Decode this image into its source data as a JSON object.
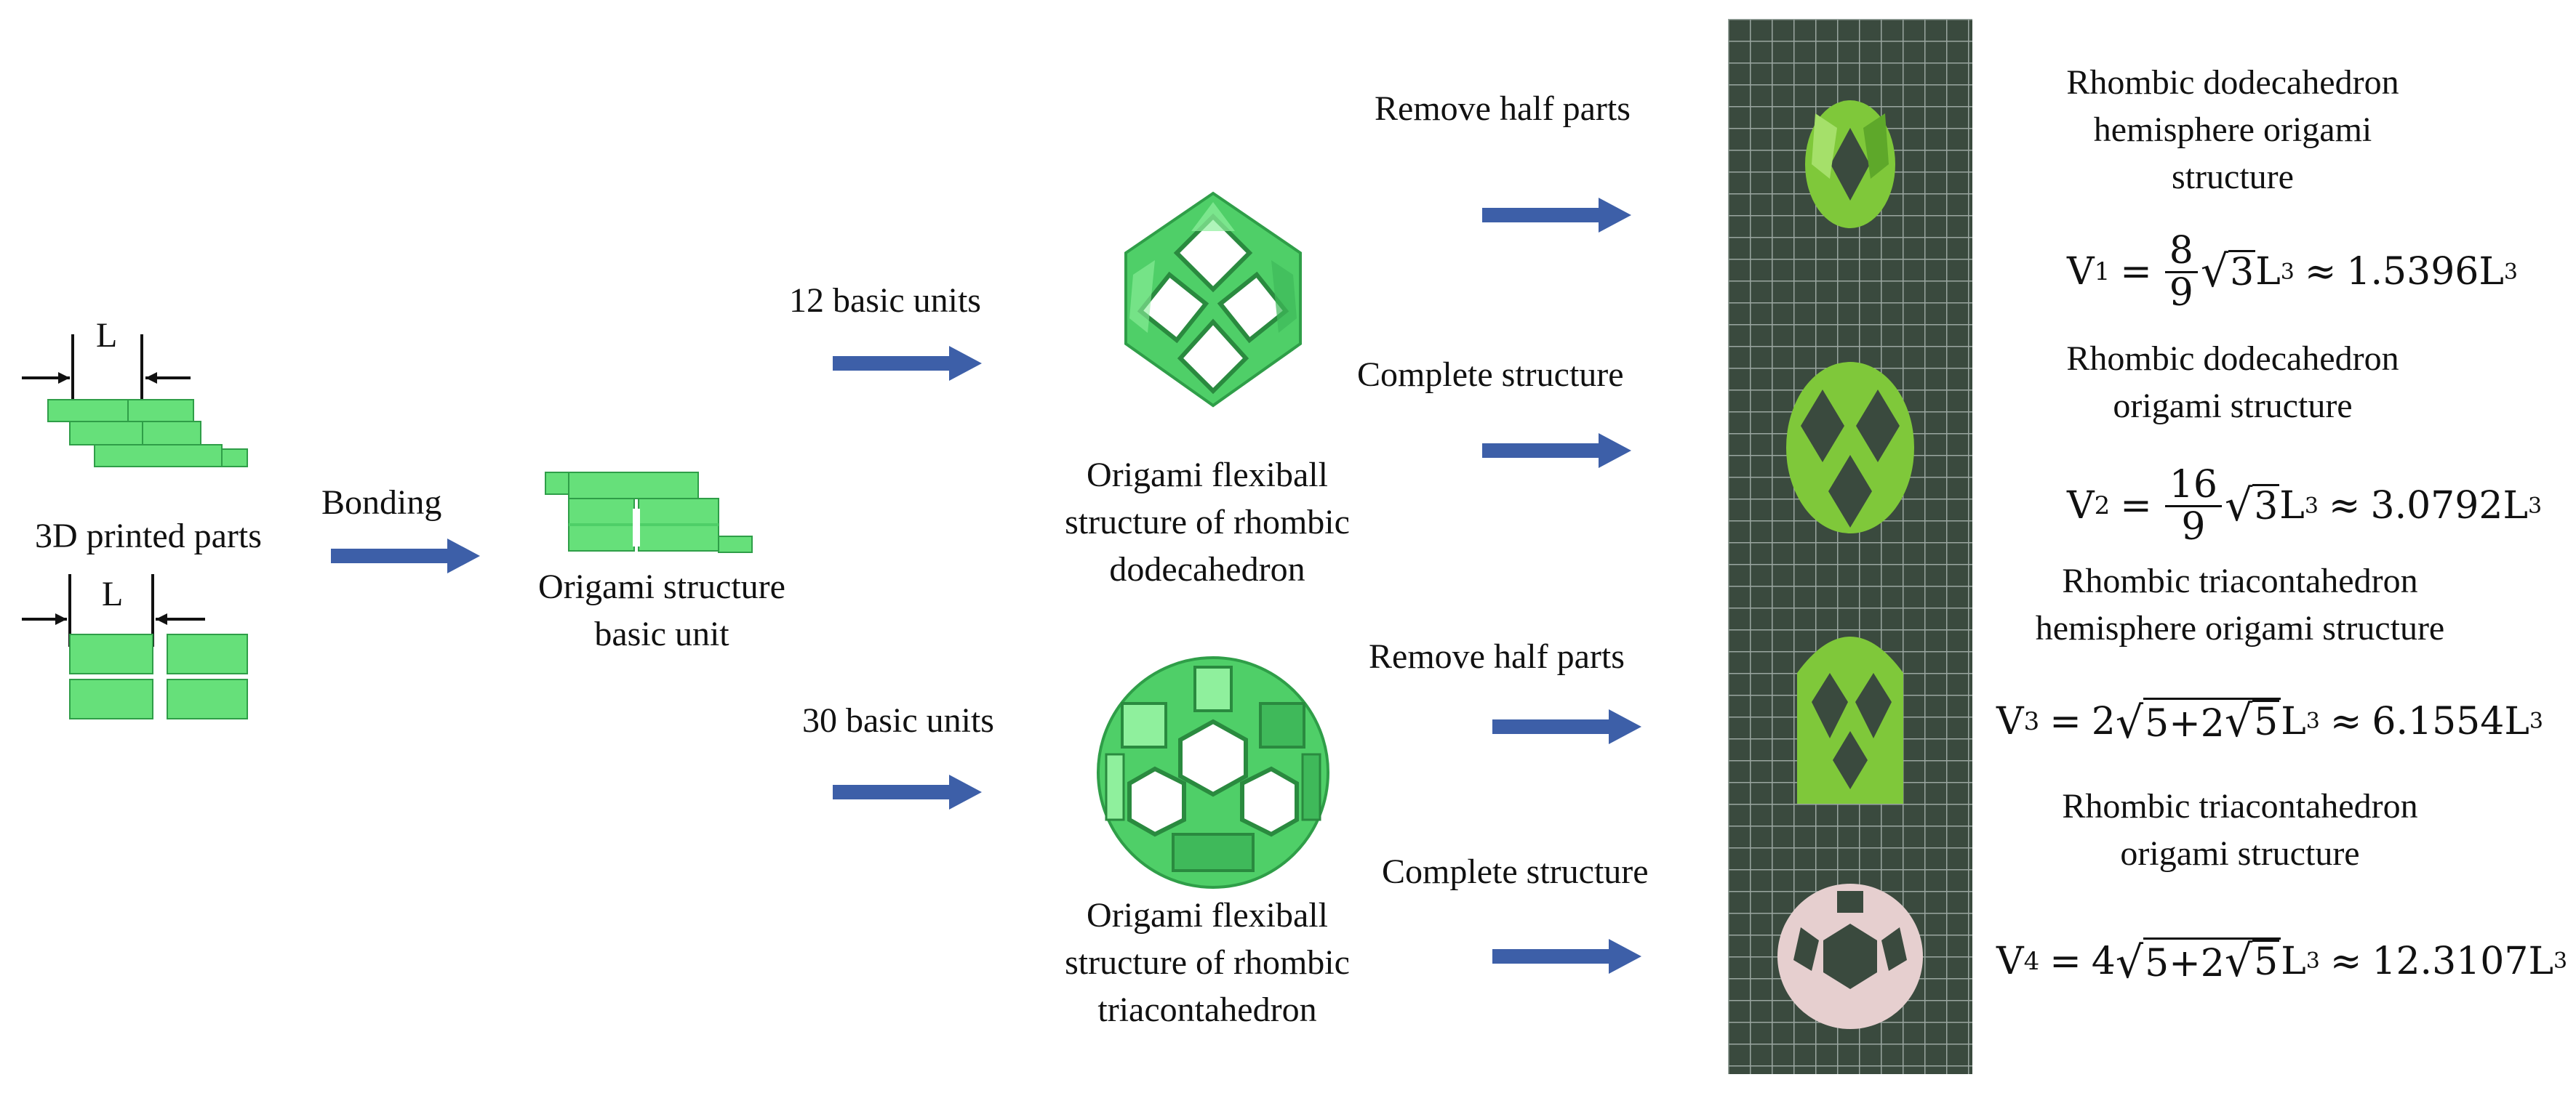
{
  "labels": {
    "printed_parts": "3D printed parts",
    "dim_top": "L",
    "dim_bottom": "L",
    "bonding": "Bonding",
    "basic_unit_line1": "Origami structure",
    "basic_unit_line2": "basic unit",
    "units_12": "12 basic units",
    "units_30": "30 basic units",
    "flexiball_rd_line1": "Origami flexiball",
    "flexiball_rd_line2": "structure of rhombic",
    "flexiball_rd_line3": "dodecahedron",
    "flexiball_rt_line1": "Origami flexiball",
    "flexiball_rt_line2": "structure of rhombic",
    "flexiball_rt_line3": "triacontahedron",
    "remove_half_1": "Remove half parts",
    "complete_1": "Complete structure",
    "remove_half_2": "Remove half parts",
    "complete_2": "Complete structure"
  },
  "results": [
    {
      "title_line1": "Rhombic dodecahedron",
      "title_line2": "hemisphere origami",
      "title_line3": "structure",
      "V": "V",
      "sub": "1",
      "eq": "=",
      "num": "8",
      "den": "9",
      "root": "√",
      "radicand": "3",
      "L": "L",
      "cube": "3",
      "approx": "≈",
      "value": "1.5396",
      "L2": "L",
      "cube2": "3"
    },
    {
      "title_line1": "Rhombic dodecahedron",
      "title_line2": "origami structure",
      "V": "V",
      "sub": "2",
      "eq": "=",
      "num": "16",
      "den": "9",
      "root": "√",
      "radicand": "3",
      "L": "L",
      "cube": "3",
      "approx": "≈",
      "value": "3.0792",
      "L2": "L",
      "cube2": "3"
    },
    {
      "title_line1": "Rhombic triacontahedron",
      "title_line2": "hemisphere origami structure",
      "V": "V",
      "sub": "3",
      "eq": "=",
      "coef": "2",
      "root": "√",
      "radicand_a": "5+2",
      "root_inner": "√",
      "radicand_b": "5",
      "L": "L",
      "cube": "3",
      "approx": "≈",
      "value": "6.1554",
      "L2": "L",
      "cube2": "3"
    },
    {
      "title_line1": "Rhombic triacontahedron",
      "title_line2": "origami structure",
      "V": "V",
      "sub": "4",
      "eq": "=",
      "coef": "4",
      "root": "√",
      "radicand_a": "5+2",
      "root_inner": "√",
      "radicand_b": "5",
      "L": "L",
      "cube": "3",
      "approx": "≈",
      "value": "12.3107",
      "L2": "L",
      "cube2": "3"
    }
  ],
  "colors": {
    "green_part": "#66e07a",
    "green_dark": "#2f9e48",
    "arrow": "#3d5fa8",
    "photo_bg": "#3a4a3e",
    "grid_line": "#9aa6a0",
    "model_green": "#7fc83a",
    "model_pink": "#e6cfcf"
  }
}
